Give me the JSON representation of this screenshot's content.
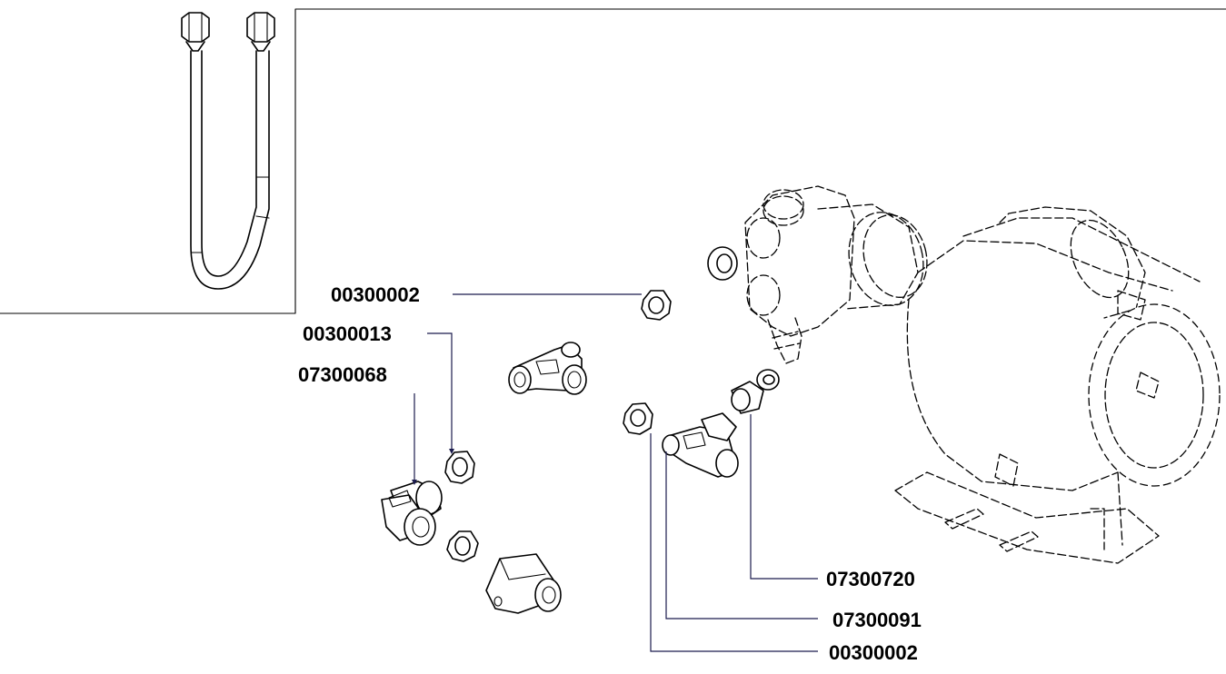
{
  "callouts": [
    {
      "id": "c1",
      "part_number": "00300002"
    },
    {
      "id": "c2",
      "part_number": "00300013"
    },
    {
      "id": "c3",
      "part_number": "07300068"
    },
    {
      "id": "c4",
      "part_number": "07300720"
    },
    {
      "id": "c5",
      "part_number": "07300091"
    },
    {
      "id": "c6",
      "part_number": "00300002"
    }
  ],
  "colors": {
    "ink": "#000000",
    "leader": "#1b1b4d",
    "background": "#ffffff"
  }
}
